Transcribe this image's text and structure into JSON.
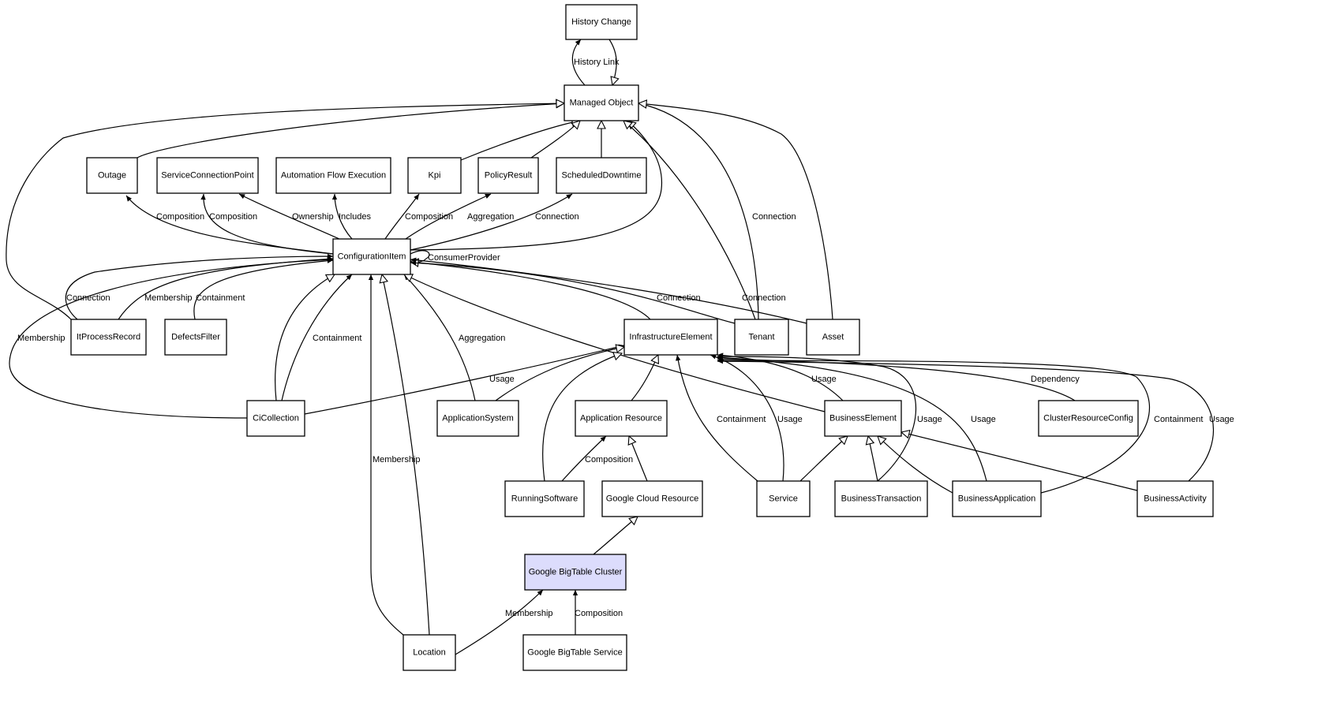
{
  "diagram": {
    "title": "Google BigTable Cluster class model",
    "focus_node": "Google BigTable Cluster",
    "highlight_color": "#dcdcfc",
    "nodes": [
      {
        "id": "history_change",
        "label": "History Change"
      },
      {
        "id": "managed_object",
        "label": "Managed Object"
      },
      {
        "id": "outage",
        "label": "Outage"
      },
      {
        "id": "service_connection_point",
        "label": "ServiceConnectionPoint"
      },
      {
        "id": "automation_flow_execution",
        "label": "Automation Flow Execution"
      },
      {
        "id": "kpi",
        "label": "Kpi"
      },
      {
        "id": "policy_result",
        "label": "PolicyResult"
      },
      {
        "id": "scheduled_downtime",
        "label": "ScheduledDowntime"
      },
      {
        "id": "configuration_item",
        "label": "ConfigurationItem"
      },
      {
        "id": "it_process_record",
        "label": "ItProcessRecord"
      },
      {
        "id": "defects_filter",
        "label": "DefectsFilter"
      },
      {
        "id": "infrastructure_element",
        "label": "InfrastructureElement"
      },
      {
        "id": "tenant",
        "label": "Tenant"
      },
      {
        "id": "asset",
        "label": "Asset"
      },
      {
        "id": "ci_collection",
        "label": "CiCollection"
      },
      {
        "id": "application_system",
        "label": "ApplicationSystem"
      },
      {
        "id": "application_resource",
        "label": "Application Resource"
      },
      {
        "id": "business_element",
        "label": "BusinessElement"
      },
      {
        "id": "cluster_resource_config",
        "label": "ClusterResourceConfig"
      },
      {
        "id": "running_software",
        "label": "RunningSoftware"
      },
      {
        "id": "google_cloud_resource",
        "label": "Google Cloud Resource"
      },
      {
        "id": "service",
        "label": "Service"
      },
      {
        "id": "business_transaction",
        "label": "BusinessTransaction"
      },
      {
        "id": "business_application",
        "label": "BusinessApplication"
      },
      {
        "id": "business_activity",
        "label": "BusinessActivity"
      },
      {
        "id": "google_bigtable_cluster",
        "label": "Google BigTable Cluster",
        "highlight": true
      },
      {
        "id": "location",
        "label": "Location"
      },
      {
        "id": "google_bigtable_service",
        "label": "Google BigTable Service"
      }
    ],
    "edges": [
      {
        "from": "managed_object",
        "to": "history_change",
        "label": "History Link",
        "type": "association"
      },
      {
        "from": "history_change",
        "to": "managed_object",
        "label": "",
        "type": "inheritance"
      },
      {
        "from": "outage",
        "to": "managed_object",
        "label": "",
        "type": "inheritance"
      },
      {
        "from": "it_process_record",
        "to": "managed_object",
        "label": "",
        "type": "inheritance"
      },
      {
        "from": "kpi",
        "to": "managed_object",
        "label": "",
        "type": "inheritance"
      },
      {
        "from": "policy_result",
        "to": "managed_object",
        "label": "",
        "type": "inheritance"
      },
      {
        "from": "scheduled_downtime",
        "to": "managed_object",
        "label": "",
        "type": "inheritance"
      },
      {
        "from": "configuration_item",
        "to": "managed_object",
        "label": "",
        "type": "inheritance"
      },
      {
        "from": "tenant",
        "to": "managed_object",
        "label": "",
        "type": "inheritance"
      },
      {
        "from": "tenant",
        "to": "managed_object",
        "label": "Connection",
        "type": "association"
      },
      {
        "from": "asset",
        "to": "managed_object",
        "label": "",
        "type": "inheritance"
      },
      {
        "from": "configuration_item",
        "to": "outage",
        "label": "Composition",
        "type": "association"
      },
      {
        "from": "configuration_item",
        "to": "service_connection_point",
        "label": "Composition",
        "type": "association"
      },
      {
        "from": "configuration_item",
        "to": "service_connection_point",
        "label": "Ownership",
        "type": "association"
      },
      {
        "from": "configuration_item",
        "to": "automation_flow_execution",
        "label": "Includes",
        "type": "association"
      },
      {
        "from": "configuration_item",
        "to": "kpi",
        "label": "Composition",
        "type": "association"
      },
      {
        "from": "configuration_item",
        "to": "policy_result",
        "label": "Aggregation",
        "type": "association"
      },
      {
        "from": "configuration_item",
        "to": "scheduled_downtime",
        "label": "Connection",
        "type": "association"
      },
      {
        "from": "configuration_item",
        "to": "configuration_item",
        "label": "ConsumerProvider",
        "type": "association"
      },
      {
        "from": "it_process_record",
        "to": "configuration_item",
        "label": "Connection",
        "type": "association"
      },
      {
        "from": "it_process_record",
        "to": "configuration_item",
        "label": "Membership",
        "type": "association"
      },
      {
        "from": "defects_filter",
        "to": "configuration_item",
        "label": "Containment",
        "type": "association"
      },
      {
        "from": "ci_collection",
        "to": "configuration_item",
        "label": "Membership",
        "type": "association"
      },
      {
        "from": "ci_collection",
        "to": "configuration_item",
        "label": "",
        "type": "inheritance"
      },
      {
        "from": "ci_collection",
        "to": "configuration_item",
        "label": "Containment",
        "type": "association"
      },
      {
        "from": "application_system",
        "to": "configuration_item",
        "label": "Aggregation",
        "type": "association"
      },
      {
        "from": "location",
        "to": "configuration_item",
        "label": "Membership",
        "type": "association"
      },
      {
        "from": "location",
        "to": "configuration_item",
        "label": "",
        "type": "inheritance"
      },
      {
        "from": "infrastructure_element",
        "to": "configuration_item",
        "label": "",
        "type": "inheritance"
      },
      {
        "from": "tenant",
        "to": "configuration_item",
        "label": "Connection",
        "type": "association"
      },
      {
        "from": "asset",
        "to": "configuration_item",
        "label": "Connection",
        "type": "association"
      },
      {
        "from": "business_element",
        "to": "configuration_item",
        "label": "",
        "type": "inheritance"
      },
      {
        "from": "ci_collection",
        "to": "infrastructure_element",
        "label": "Usage",
        "type": "association"
      },
      {
        "from": "application_system",
        "to": "infrastructure_element",
        "label": "",
        "type": "inheritance"
      },
      {
        "from": "running_software",
        "to": "infrastructure_element",
        "label": "",
        "type": "inheritance"
      },
      {
        "from": "application_resource",
        "to": "infrastructure_element",
        "label": "",
        "type": "inheritance"
      },
      {
        "from": "service",
        "to": "infrastructure_element",
        "label": "Containment",
        "type": "association"
      },
      {
        "from": "service",
        "to": "infrastructure_element",
        "label": "Usage",
        "type": "association"
      },
      {
        "from": "business_element",
        "to": "infrastructure_element",
        "label": "Usage",
        "type": "association"
      },
      {
        "from": "business_transaction",
        "to": "infrastructure_element",
        "label": "Usage",
        "type": "association"
      },
      {
        "from": "business_application",
        "to": "infrastructure_element",
        "label": "Usage",
        "type": "association"
      },
      {
        "from": "cluster_resource_config",
        "to": "infrastructure_element",
        "label": "Dependency",
        "type": "association"
      },
      {
        "from": "business_application",
        "to": "infrastructure_element",
        "label": "Containment",
        "type": "association"
      },
      {
        "from": "business_activity",
        "to": "infrastructure_element",
        "label": "Usage",
        "type": "association"
      },
      {
        "from": "running_software",
        "to": "application_resource",
        "label": "Composition",
        "type": "association"
      },
      {
        "from": "google_cloud_resource",
        "to": "application_resource",
        "label": "",
        "type": "inheritance"
      },
      {
        "from": "service",
        "to": "business_element",
        "label": "",
        "type": "inheritance"
      },
      {
        "from": "business_transaction",
        "to": "business_element",
        "label": "",
        "type": "inheritance"
      },
      {
        "from": "business_application",
        "to": "business_element",
        "label": "",
        "type": "inheritance"
      },
      {
        "from": "business_activity",
        "to": "business_element",
        "label": "",
        "type": "inheritance"
      },
      {
        "from": "google_bigtable_cluster",
        "to": "google_cloud_resource",
        "label": "",
        "type": "inheritance"
      },
      {
        "from": "location",
        "to": "google_bigtable_cluster",
        "label": "Membership",
        "type": "association"
      },
      {
        "from": "google_bigtable_service",
        "to": "google_bigtable_cluster",
        "label": "Composition",
        "type": "association"
      }
    ]
  }
}
